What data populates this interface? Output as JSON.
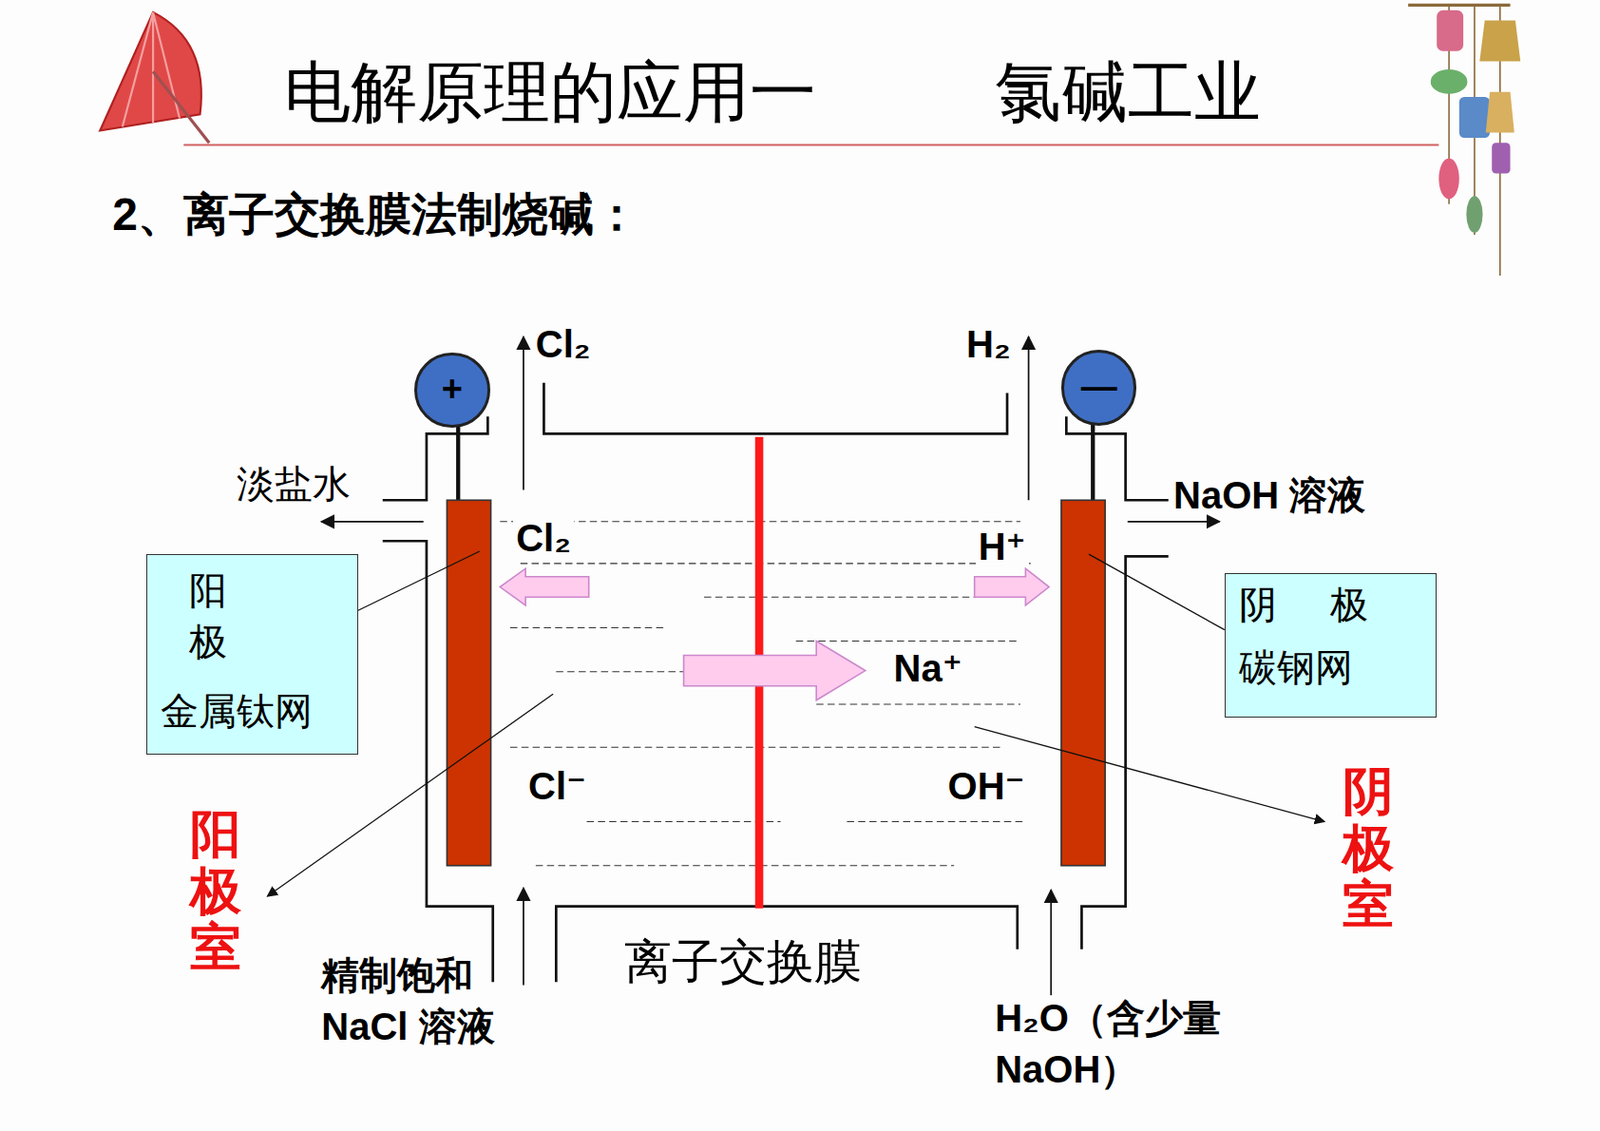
{
  "diagram": {
    "title": "电解原理的应用一",
    "nodes": [
      {
        "text": [
          "+"
        ]
      },
      {
        "text": [
          "—"
        ]
      },
      {
        "text": [
          "阳极",
          "金属钛网"
        ]
      },
      {
        "text": [
          "阴极",
          "碳钢网"
        ]
      }
    ],
    "labels": [
      "氯碱工业",
      "2、离子交换膜法制烧碱：",
      "Cl₂",
      "H₂",
      "淡盐水",
      "NaOH 溶液",
      "Cl₂",
      "H⁺",
      "Na⁺",
      "Cl⁻",
      "OH⁻",
      "阳极室",
      "阴极室",
      "精制饱和 NaCl 溶液",
      "离子交换膜",
      "H₂O（含少量 NaOH）"
    ]
  }
}
